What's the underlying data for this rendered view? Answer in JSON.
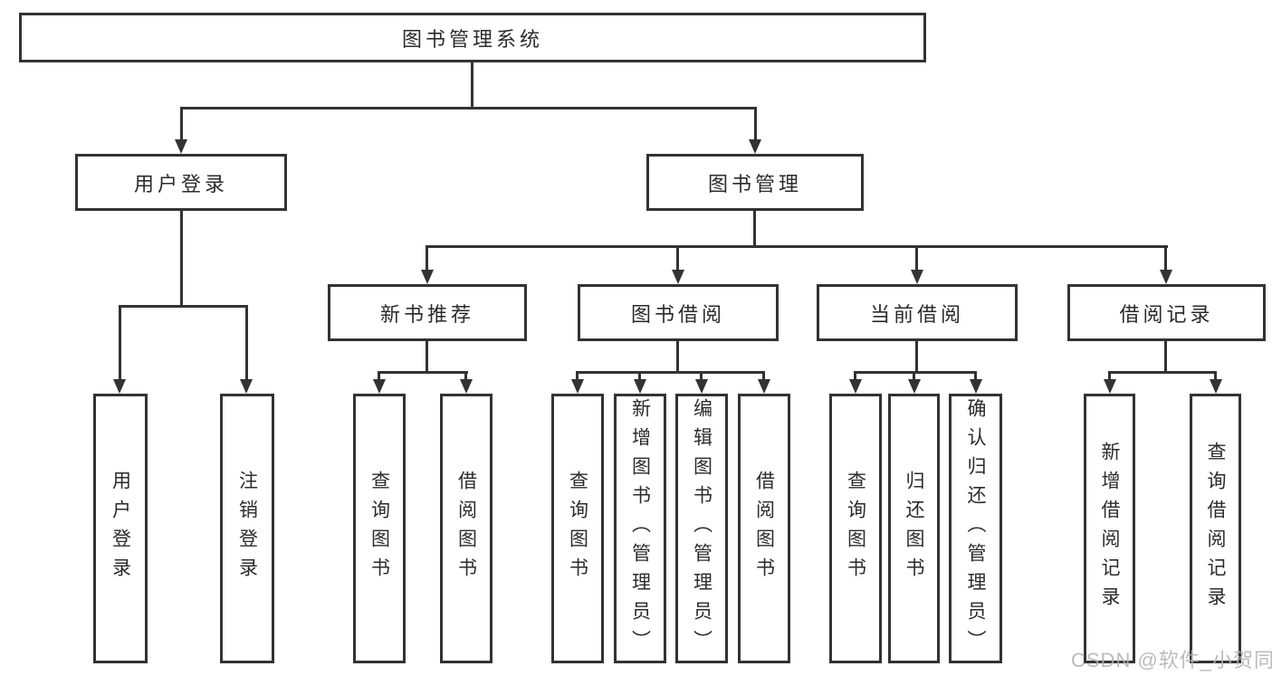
{
  "tree": {
    "root": {
      "label": "图书管理系统"
    },
    "children": [
      {
        "label": "用户登录",
        "children": [
          {
            "label": "用户登录"
          },
          {
            "label": "注销登录"
          }
        ]
      },
      {
        "label": "图书管理",
        "children": [
          {
            "label": "新书推荐",
            "children": [
              {
                "label": "查询图书"
              },
              {
                "label": "借阅图书"
              }
            ]
          },
          {
            "label": "图书借阅",
            "children": [
              {
                "label": "查询图书"
              },
              {
                "label": "新增图书（管理员）"
              },
              {
                "label": "编辑图书（管理员）"
              },
              {
                "label": "借阅图书"
              }
            ]
          },
          {
            "label": "当前借阅",
            "children": [
              {
                "label": "查询图书"
              },
              {
                "label": "归还图书"
              },
              {
                "label": "确认归还（管理员）"
              }
            ]
          },
          {
            "label": "借阅记录",
            "children": [
              {
                "label": "新增借阅记录"
              },
              {
                "label": "查询借阅记录"
              }
            ]
          }
        ]
      }
    ]
  },
  "watermark": {
    "text": "CSDN @软件_小贺同学",
    "color": "#b2b2b2"
  },
  "style": {
    "line_color": "#333333",
    "box_background": "#ffffff",
    "text_color": "#2b2b2b"
  }
}
